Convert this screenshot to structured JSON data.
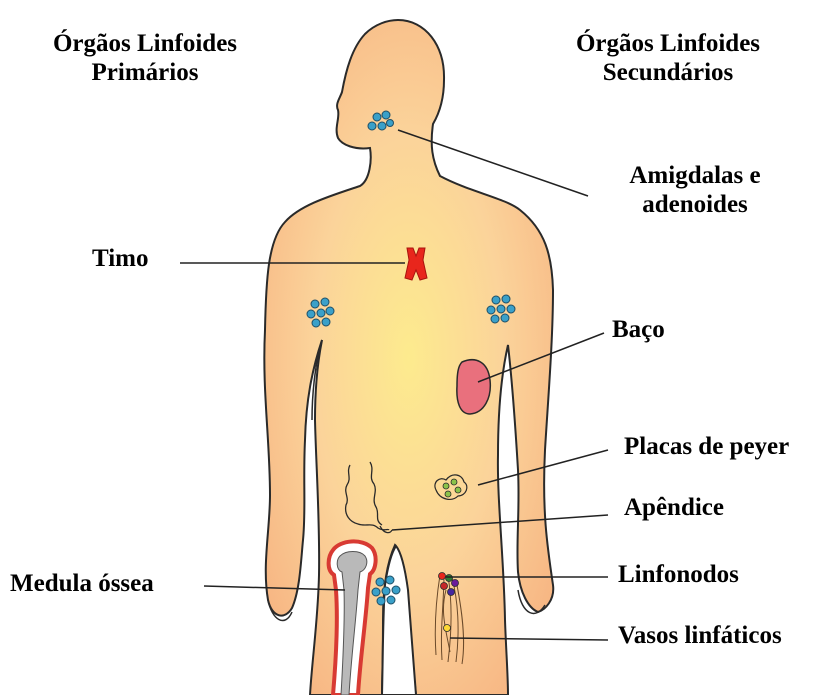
{
  "headings": {
    "primary_line1": "Órgãos Linfoides",
    "primary_line2": "Primários",
    "secondary_line1": "Órgãos Linfoides",
    "secondary_line2": "Secundários"
  },
  "labels": {
    "tonsils_line1": "Amigdalas e",
    "tonsils_line2": "adenoides",
    "thymus": "Timo",
    "spleen": "Baço",
    "peyer": "Placas de peyer",
    "appendix": "Apêndice",
    "bone_marrow": "Medula óssea",
    "lymph_nodes": "Linfonodos",
    "lymph_vessels": "Vasos linfáticos"
  },
  "colors": {
    "skin_center": "#fdeb8e",
    "skin_edge": "#f7b784",
    "outline": "#2a2a2a",
    "lymph_dot": "#3aa0c9",
    "thymus": "#e8261c",
    "spleen": "#e9707d",
    "bone_outer": "#d83a33",
    "bone_inner": "#b9b9b9"
  }
}
